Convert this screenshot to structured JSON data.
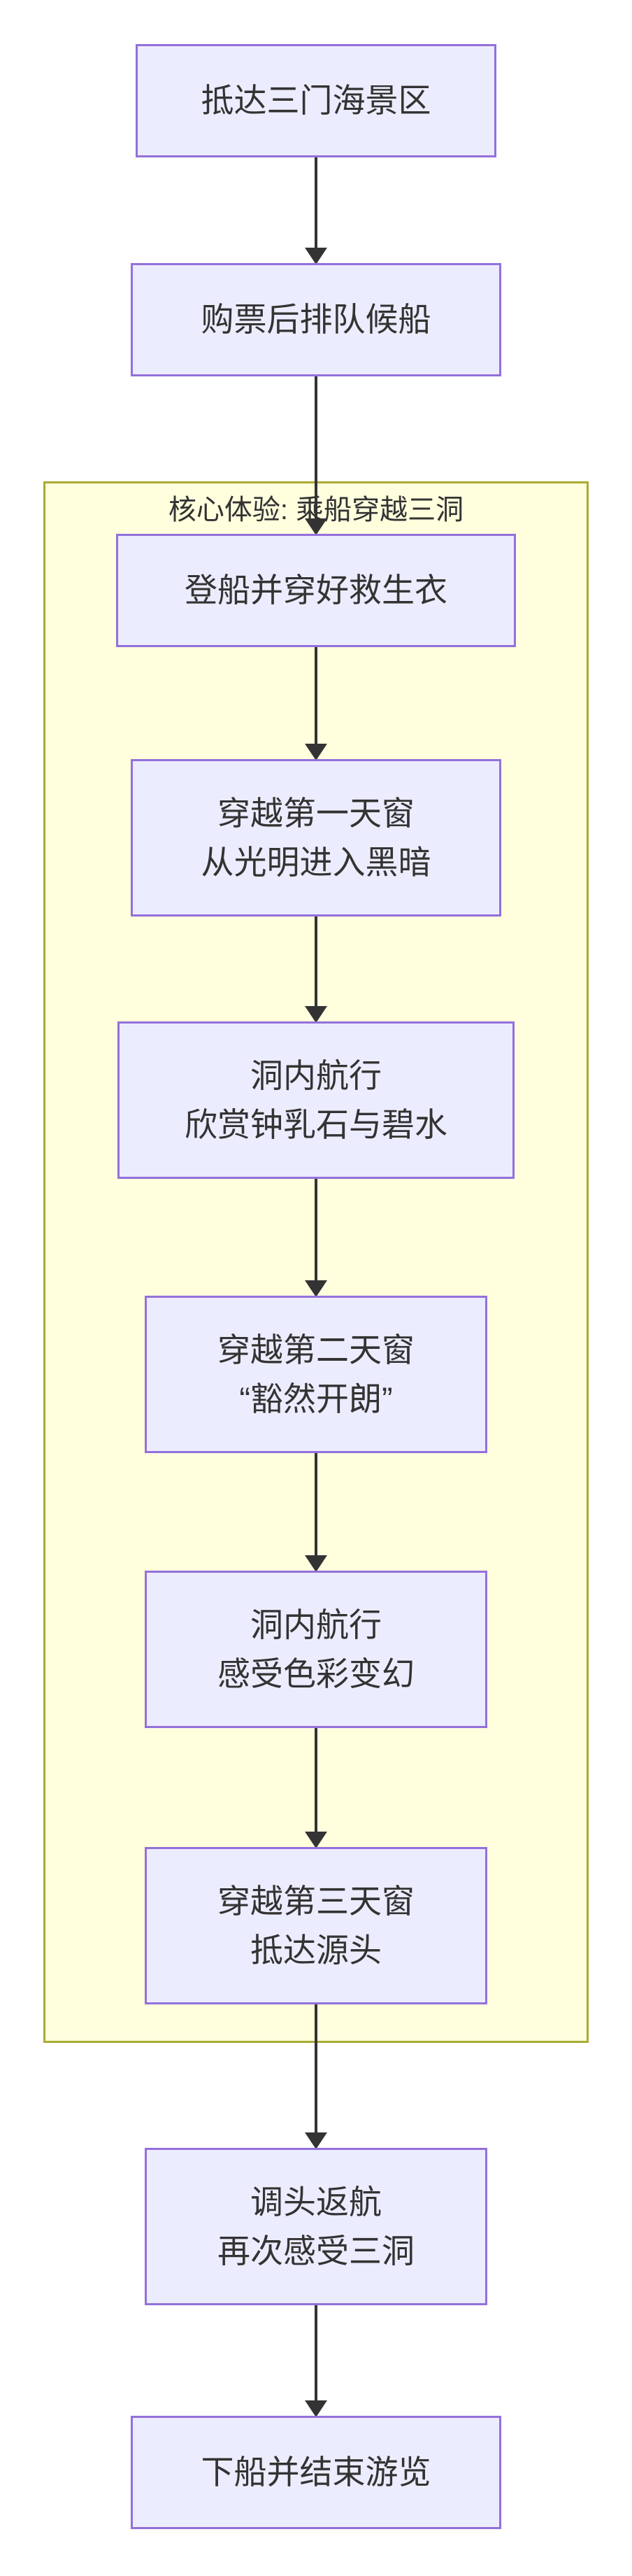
{
  "diagram": {
    "page_bg": "#ffffff",
    "node_fill": "#ECECFF",
    "node_border": "#9370DB",
    "subgraph_fill": "#FFFFDE",
    "subgraph_border": "#AAAA33",
    "arrow_color": "#333333",
    "text_color": "#333333"
  },
  "subgraph": {
    "title": "核心体验: 乘船穿越三洞"
  },
  "nodes": {
    "arrive": {
      "label": "抵达三门海景区"
    },
    "ticket": {
      "label": "购票后排队候船"
    },
    "board": {
      "label": "登船并穿好救生衣"
    },
    "window1": {
      "label": "穿越第一天窗\n从光明进入黑暗"
    },
    "cave1": {
      "label": "洞内航行\n欣赏钟乳石与碧水"
    },
    "window2": {
      "label": "穿越第二天窗\n“豁然开朗”"
    },
    "cave2": {
      "label": "洞内航行\n感受色彩变幻"
    },
    "window3": {
      "label": "穿越第三天窗\n抵达源头"
    },
    "return": {
      "label": "调头返航\n再次感受三洞"
    },
    "end": {
      "label": "下船并结束游览"
    }
  }
}
